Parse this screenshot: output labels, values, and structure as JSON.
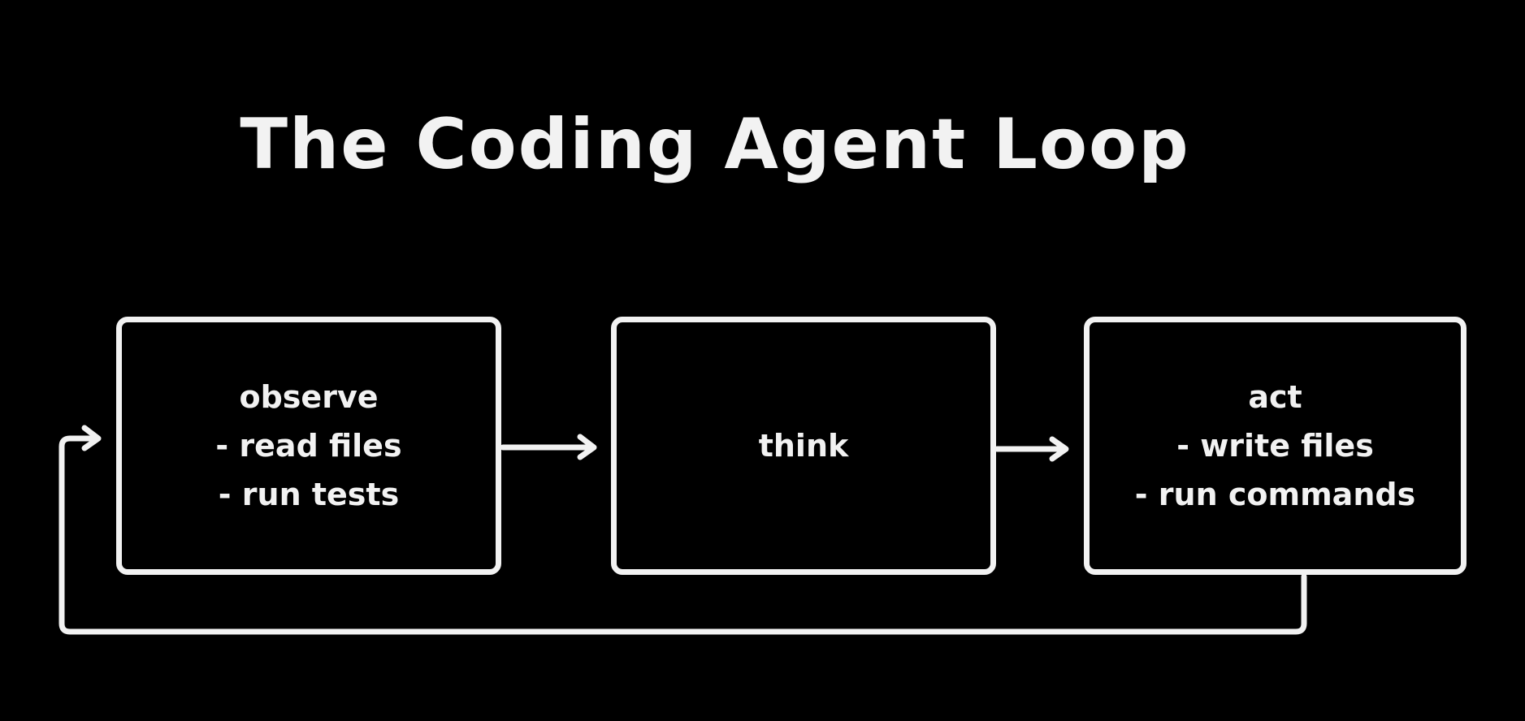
{
  "diagram": {
    "title": "The Coding Agent Loop",
    "colors": {
      "background": "#000000",
      "foreground": "#f2f2f2"
    },
    "nodes": [
      {
        "id": "observe",
        "lines": [
          "observe",
          "- read files",
          "- run tests"
        ]
      },
      {
        "id": "think",
        "lines": [
          "think"
        ]
      },
      {
        "id": "act",
        "lines": [
          "act",
          "- write files",
          "- run commands"
        ]
      }
    ],
    "edges": [
      {
        "from": "observe",
        "to": "think",
        "type": "arrow"
      },
      {
        "from": "think",
        "to": "act",
        "type": "arrow"
      },
      {
        "from": "act",
        "to": "observe",
        "type": "feedback-loop-arrow"
      }
    ]
  }
}
